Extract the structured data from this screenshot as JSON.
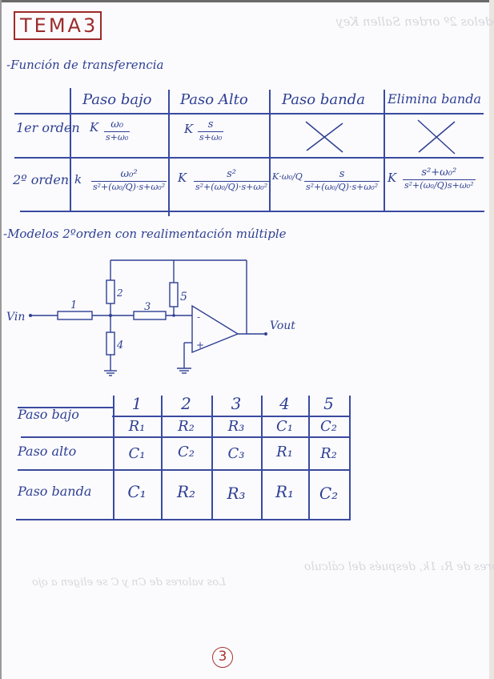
{
  "title": "TEMA3",
  "section1": {
    "heading": "-Función de transferencia",
    "columns": [
      "Paso bajo",
      "Paso Alto",
      "Paso banda",
      "Elimina banda"
    ],
    "rows": [
      {
        "label": "1er orden",
        "cells": [
          {
            "coef": "K",
            "num": "ω₀",
            "den": "s+ω₀"
          },
          {
            "coef": "K",
            "num": "s",
            "den": "s+ω₀"
          },
          {
            "cross": true
          },
          {
            "cross": true
          }
        ]
      },
      {
        "label": "2º orden",
        "cells": [
          {
            "coef": "k",
            "num": "ω₀²",
            "den": "s²+(ω₀/Q)·s+ω₀²"
          },
          {
            "coef": "K",
            "num": "s²",
            "den": "s²+(ω₀/Q)·s+ω₀²"
          },
          {
            "coef": "K·ω₀/Q",
            "num": "s",
            "den": "s²+(ω₀/Q)·s+ω₀²"
          },
          {
            "coef": "K",
            "num": "s²+ω₀²",
            "den": "s²+(ω₀/Q)s+ω₀²"
          }
        ]
      }
    ]
  },
  "section2": {
    "heading": "-Modelos 2ºorden con realimentación múltiple",
    "circuit": {
      "input_label": "Vin",
      "output_label": "Vout",
      "components": [
        "1",
        "2",
        "3",
        "4",
        "5"
      ],
      "opamp_minus": "-",
      "opamp_plus": "+"
    }
  },
  "component_table": {
    "columns": [
      "1",
      "2",
      "3",
      "4",
      "5"
    ],
    "rows": [
      {
        "label": "Paso bajo",
        "values": [
          "R₁",
          "R₂",
          "R₃",
          "C₁",
          "C₂"
        ]
      },
      {
        "label": "Paso alto",
        "values": [
          "C₁",
          "C₂",
          "C₃",
          "R₁",
          "R₂"
        ]
      },
      {
        "label": "Paso banda",
        "values": [
          "C₁",
          "R₂",
          "R₃",
          "R₁",
          "C₂"
        ]
      }
    ]
  },
  "page_number": "3"
}
